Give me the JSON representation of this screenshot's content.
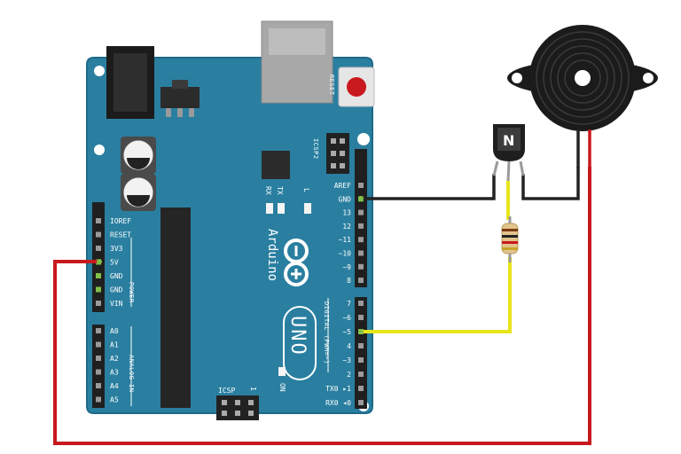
{
  "board": {
    "brand": "Arduino",
    "model": "UNO",
    "reset_label": "RESET",
    "icsp2_label": "ICSP2",
    "icsp_label": "ICSP",
    "icsp_pin1": "1",
    "tx_label": "TX",
    "rx_label": "RX",
    "l_label": "L",
    "on_label": "ON",
    "power_label": "POWER",
    "analog_label": "ANALOG IN",
    "digital_label": "DIGITAL (PWM=~)",
    "power_pins": [
      "IOREF",
      "RESET",
      "3V3",
      "5V",
      "GND",
      "GND",
      "VIN"
    ],
    "analog_pins": [
      "A0",
      "A1",
      "A2",
      "A3",
      "A4",
      "A5"
    ],
    "top_header_pins": [
      "AREF",
      "GND",
      "13",
      "12",
      "~11",
      "~10",
      "~9",
      "8"
    ],
    "bottom_header_pins": [
      "7",
      "~6",
      "~5",
      "4",
      "~3",
      "2",
      "TX0 ▸1",
      "RX0 ◂0"
    ]
  },
  "components": {
    "transistor_mark": "N"
  },
  "colors": {
    "board": "#2a7fa0",
    "board_edge": "#1f6a88",
    "header": "#1f1f1f",
    "wire_power": "#c8191e",
    "wire_ground": "#222222",
    "wire_signal": "#e8e51c",
    "buzzer": "#1b1b1b"
  }
}
